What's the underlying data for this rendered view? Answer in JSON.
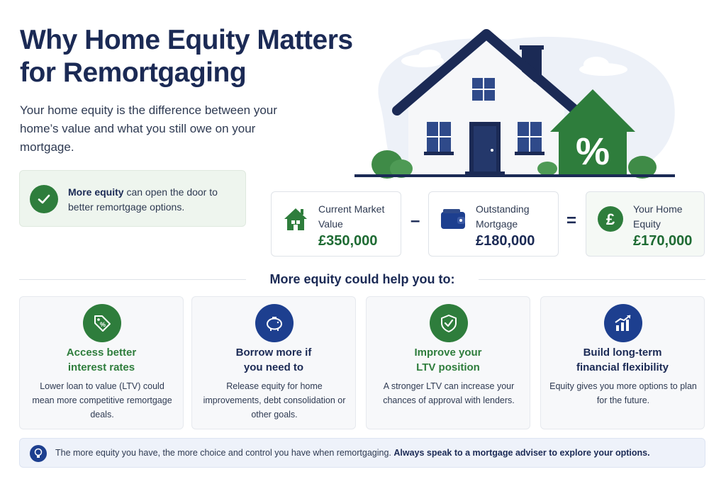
{
  "header": {
    "title": "Why Home Equity Matters for Remortgaging",
    "intro": "Your home equity is the difference between your home’s value and what you still owe on your mortgage."
  },
  "callout": {
    "bold": "More equity",
    "text": " can open the door to better remortgage options."
  },
  "calculation": {
    "market_value": {
      "label": "Current Market Value",
      "value": "£350,000",
      "icon": "house-icon"
    },
    "minus": "–",
    "mortgage": {
      "label": "Outstanding Mortgage",
      "value": "£180,000",
      "icon": "wallet-icon"
    },
    "equals": "=",
    "equity": {
      "label": "Your Home Equity",
      "value": "£170,000",
      "icon": "pound-icon"
    }
  },
  "benefits_heading": "More equity could help you to:",
  "benefits": [
    {
      "title": "Access better interest rates",
      "desc": "Lower loan to value (LTV) could mean more competitive remortgage deals.",
      "icon": "price-tag-icon",
      "color": "#2e7d3c"
    },
    {
      "title": "Borrow more if you need to",
      "desc": "Release equity for home improvements, debt consolidation or other goals.",
      "icon": "piggy-bank-icon",
      "color": "#1d3f8f"
    },
    {
      "title": "Improve your LTV position",
      "desc": "A stronger LTV can increase your chances of approval with lenders.",
      "icon": "shield-check-icon",
      "color": "#2e7d3c"
    },
    {
      "title": "Build long-term financial flexibility",
      "desc": "Equity gives you more options to plan for the future.",
      "icon": "growth-chart-icon",
      "color": "#1d3f8f"
    }
  ],
  "tip": {
    "text": "The more equity you have, the more choice and control you have when remortgaging. ",
    "bold": "Always speak to a mortgage adviser to explore your options.",
    "icon": "lightbulb-icon"
  },
  "colors": {
    "navy": "#1b2a55",
    "green": "#2e7d3c",
    "blue": "#1d3f8f"
  }
}
